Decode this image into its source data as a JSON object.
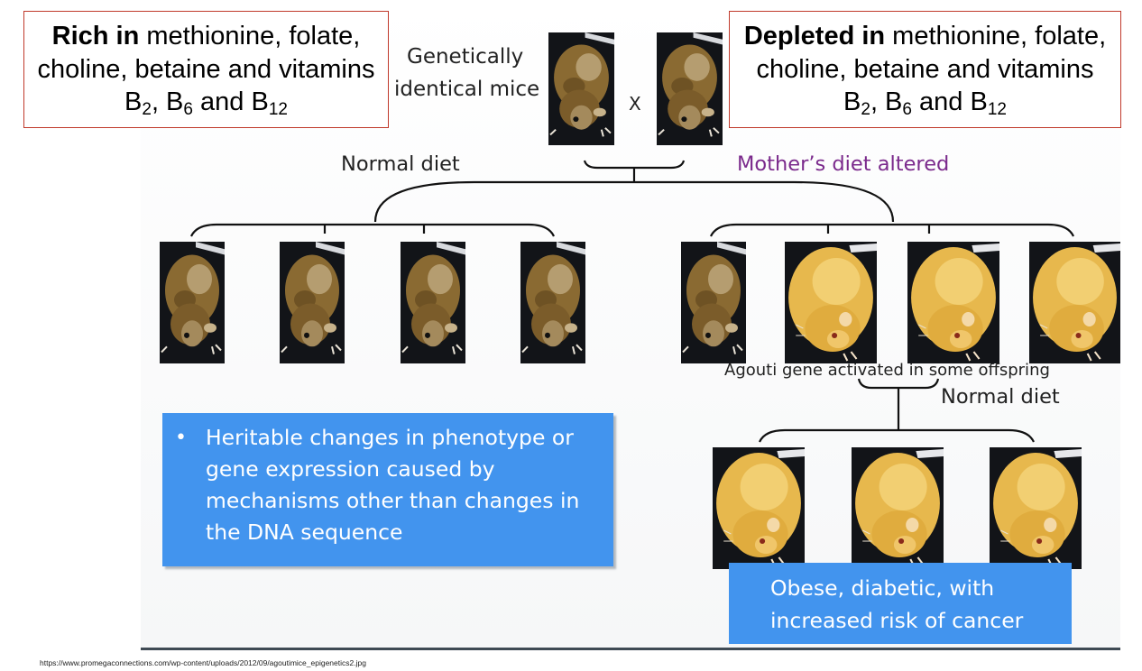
{
  "left_note": {
    "bold": "Rich in",
    "rest": " methionine, folate, choline, betaine and vitamins B",
    "sub1": "2",
    "mid1": ", B",
    "sub2": "6",
    "mid2": " and B",
    "sub3": "12"
  },
  "right_note": {
    "bold": "Depleted in",
    "rest": " methionine, folate, choline, betaine and vitamins B",
    "sub1": "2",
    "mid1": ", B",
    "sub2": "6",
    "mid2": " and B",
    "sub3": "12"
  },
  "parents": {
    "label_line1": "Genetically",
    "label_line2": "identical mice",
    "cross": "X"
  },
  "branches": {
    "left": "Normal diet",
    "right": "Mother’s diet altered",
    "agouti": "Agouti gene activated in some offspring",
    "second_gen": "Normal diet"
  },
  "colors": {
    "purple": "#7b2a8c",
    "blue_box": "#4294ee",
    "red_border": "#c0392b"
  },
  "definition": {
    "text": "Heritable changes in phenotype or gene expression caused by mechanisms other than changes in the DNA sequence"
  },
  "outcome": {
    "line1": "Obese, diabetic, with",
    "line2": "increased risk of cancer"
  },
  "source_url": "https://www.promegaconnections.com/wp-content/uploads/2012/09/agoutimice_epigenetics2.jpg",
  "mice": {
    "parents": [
      "brown",
      "brown"
    ],
    "normal_offspring": [
      "brown",
      "brown",
      "brown",
      "brown"
    ],
    "altered_offspring": [
      "brown",
      "yellow",
      "yellow",
      "yellow"
    ],
    "second_generation": [
      "yellow",
      "yellow",
      "yellow"
    ]
  }
}
